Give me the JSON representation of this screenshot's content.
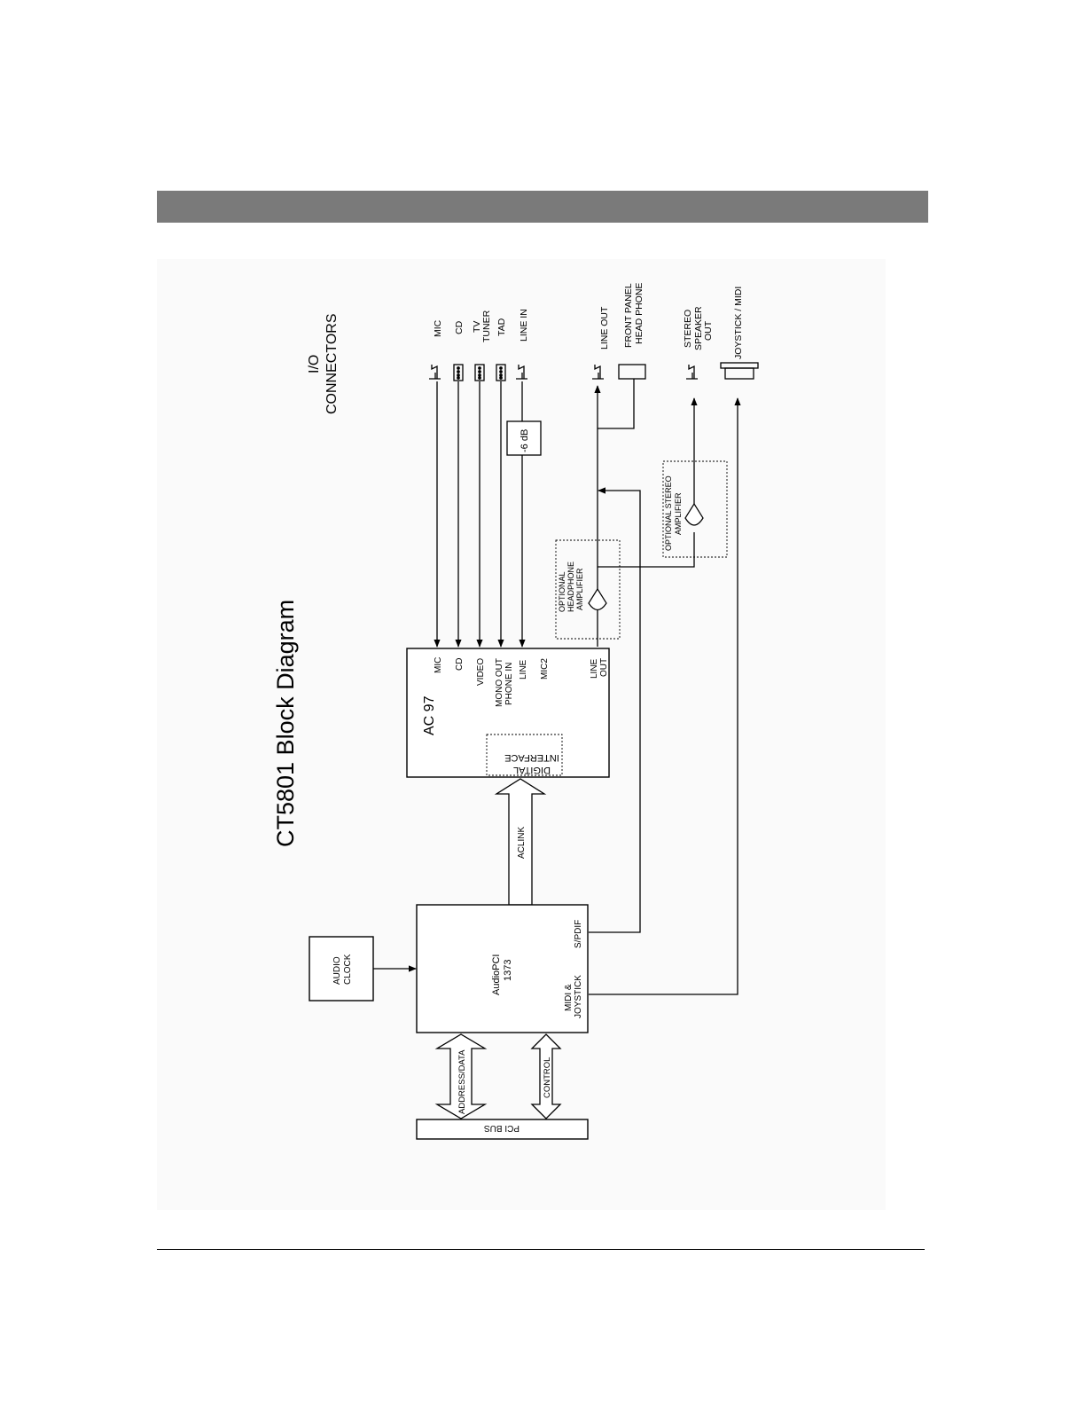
{
  "page": {
    "header_bar": "",
    "footer_rule": ""
  },
  "diagram": {
    "title": "CT5801 Block Diagram",
    "io_connectors_heading": [
      "I/O",
      "CONNECTORS"
    ],
    "connectors": {
      "mic": "MIC",
      "cd": "CD",
      "tv_tuner": [
        "TV",
        "TUNER"
      ],
      "tad": "TAD",
      "line_in": "LINE IN",
      "line_out": "LINE OUT",
      "front_panel_headphone": [
        "FRONT PANEL",
        "HEAD PHONE"
      ],
      "stereo_speaker_out": [
        "STEREO",
        "SPEAKER",
        "OUT"
      ],
      "joystick_midi": "JOYSTICK / MIDI"
    },
    "attenuator": "-6 dB",
    "optional_headphone_amp": [
      "OPTIONAL",
      "HEADPHONE",
      "AMPLIFIER"
    ],
    "optional_stereo_amp": [
      "OPTIONAL STEREO",
      "AMPLIFIER"
    ],
    "ac97": {
      "title": "AC 97",
      "pins": {
        "mic": "MIC",
        "cd": "CD",
        "video": "VIDEO",
        "mono_out_phone_in": [
          "MONO OUT",
          "PHONE IN"
        ],
        "line": "LINE",
        "mic2": "MIC2",
        "line_out": [
          "LINE",
          "OUT"
        ]
      },
      "digital_interface": [
        "DIGITAL",
        "INTERFACE"
      ]
    },
    "aclink": "ACLINK",
    "audiopci": {
      "name": [
        "AudioPCI",
        "1373"
      ],
      "spdif": "S/PDIF",
      "midi_joystick": [
        "MIDI &",
        "JOYSTICK"
      ]
    },
    "audio_clock": [
      "AUDIO",
      "CLOCK"
    ],
    "address_data": "ADDRESS/DATA",
    "control": "CONTROL",
    "pci_bus": "PCI BUS"
  }
}
